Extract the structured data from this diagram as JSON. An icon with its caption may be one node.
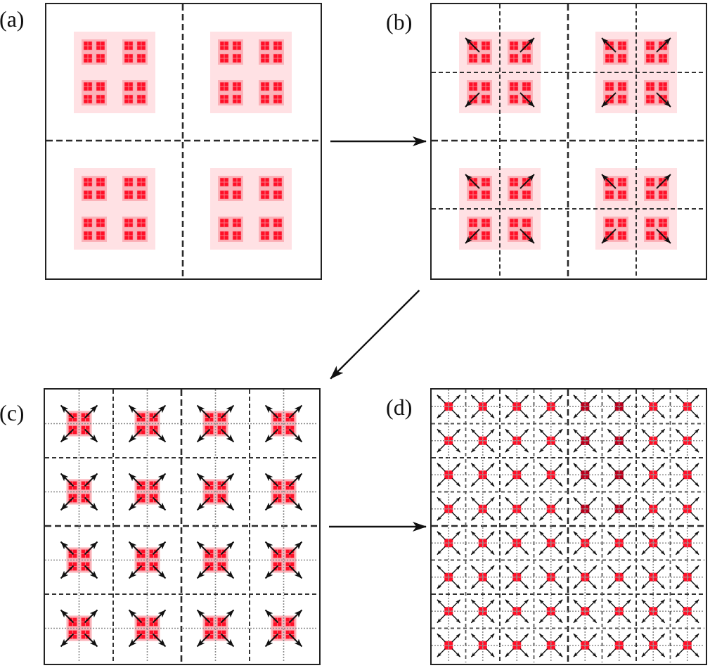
{
  "diagram": {
    "nodes": [
      {
        "text": [
          "(a)"
        ]
      },
      {
        "text": [
          "(b)"
        ]
      },
      {
        "text": [
          "(c)"
        ]
      },
      {
        "text": [
          "(d)"
        ]
      }
    ],
    "edges": [
      {
        "from": 0,
        "to": 1,
        "arrow": "to"
      },
      {
        "from": 1,
        "to": 2,
        "arrow": "to"
      },
      {
        "from": 2,
        "to": 3,
        "arrow": "to"
      }
    ]
  }
}
